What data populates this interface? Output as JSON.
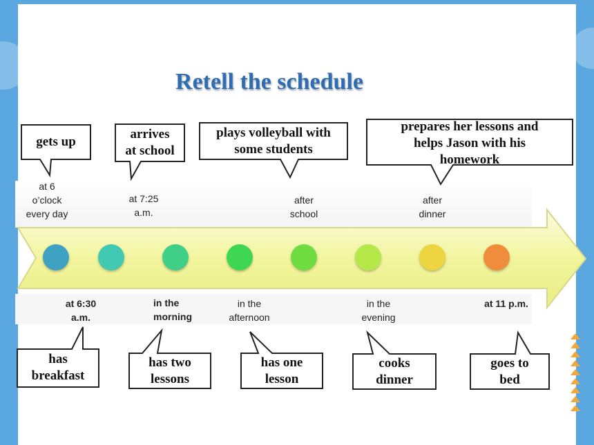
{
  "title": "Retell the schedule",
  "timeline": {
    "dot_colors": [
      "#3fa2c2",
      "#41c9b4",
      "#3fcf86",
      "#3ed653",
      "#6fdc42",
      "#b6e84a",
      "#ecd53e",
      "#ef8d3c"
    ],
    "arrow_color": "#f5f7b0",
    "top_times": [
      {
        "id": "six",
        "text": "at 6\no’clock\nevery day"
      },
      {
        "id": "725",
        "text": "at 7:25\na.m."
      },
      {
        "id": "after-school",
        "text": "after\nschool"
      },
      {
        "id": "after-dinner",
        "text": "after\ndinner"
      }
    ],
    "bottom_times": [
      {
        "id": "630",
        "text": "at 6:30\na.m."
      },
      {
        "id": "morning",
        "text": "in the\nmorning"
      },
      {
        "id": "afternoon",
        "text": "in the\nafternoon"
      },
      {
        "id": "evening",
        "text": "in the\nevening"
      },
      {
        "id": "11pm",
        "text": "at 11 p.m."
      }
    ]
  },
  "callouts_top": [
    {
      "id": "gets-up",
      "text": "gets up"
    },
    {
      "id": "arrives",
      "text": "arrives\nat school"
    },
    {
      "id": "volleyball",
      "text": "plays volleyball with\nsome students"
    },
    {
      "id": "lessons",
      "text": "prepares her lessons and\nhelps Jason with his\nhomework"
    }
  ],
  "callouts_bottom": [
    {
      "id": "breakfast",
      "text": "has\nbreakfast"
    },
    {
      "id": "two-lessons",
      "text": "has two\nlessons"
    },
    {
      "id": "one-lesson",
      "text": "has one\nlesson"
    },
    {
      "id": "cooks",
      "text": "cooks\ndinner"
    },
    {
      "id": "bed",
      "text": "goes to\nbed"
    }
  ],
  "colors": {
    "title": "#2e6db3",
    "frame": "#5aa7e0",
    "chevron": "#f2a73b"
  }
}
